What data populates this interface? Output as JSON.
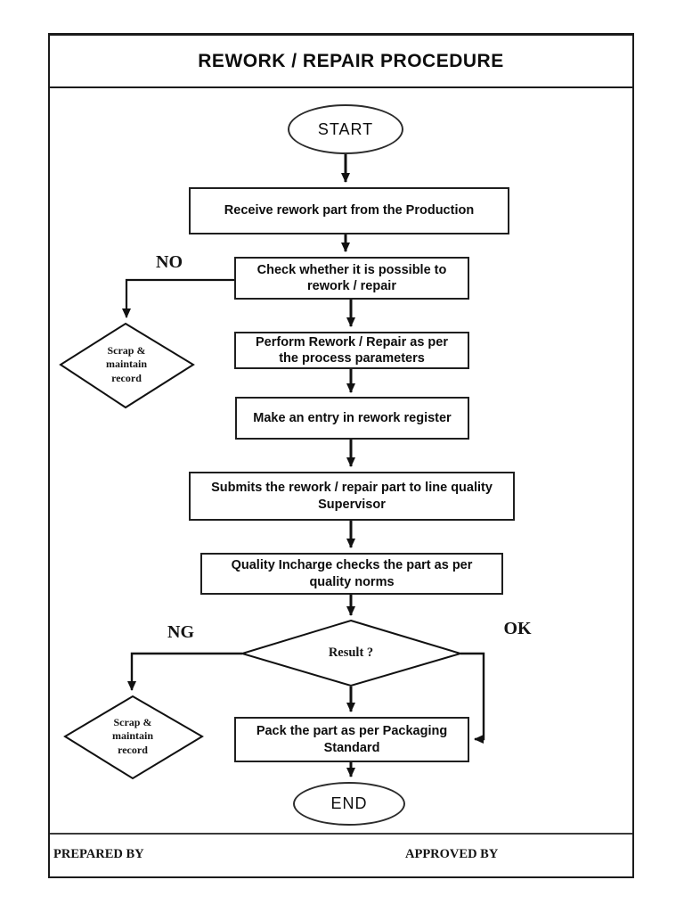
{
  "page": {
    "title": "REWORK / REPAIR PROCEDURE",
    "footer": {
      "prepared_by": "PREPARED BY",
      "approved_by": "APPROVED BY"
    }
  },
  "flowchart": {
    "terminals": {
      "start": "START",
      "end": "END"
    },
    "steps": {
      "receive": "Receive rework part from the Production",
      "check": "Check whether it is possible to\nrework / repair",
      "perform": "Perform Rework / Repair as per\nthe process parameters",
      "register": "Make an entry in rework register",
      "submit": "Submits the rework / repair part to line quality\nSupervisor",
      "quality_check": "Quality Incharge checks the part as per\nquality norms",
      "pack": "Pack the part as per Packaging\nStandard"
    },
    "decisions": {
      "result": "Result ?",
      "scrap_top": "Scrap &\nmaintain\nrecord",
      "scrap_bottom": "Scrap &\nmaintain\nrecord"
    },
    "branch_labels": {
      "no": "NO",
      "ng": "NG",
      "ok": "OK"
    }
  },
  "colors": {
    "line": "#111111",
    "background": "#ffffff"
  }
}
